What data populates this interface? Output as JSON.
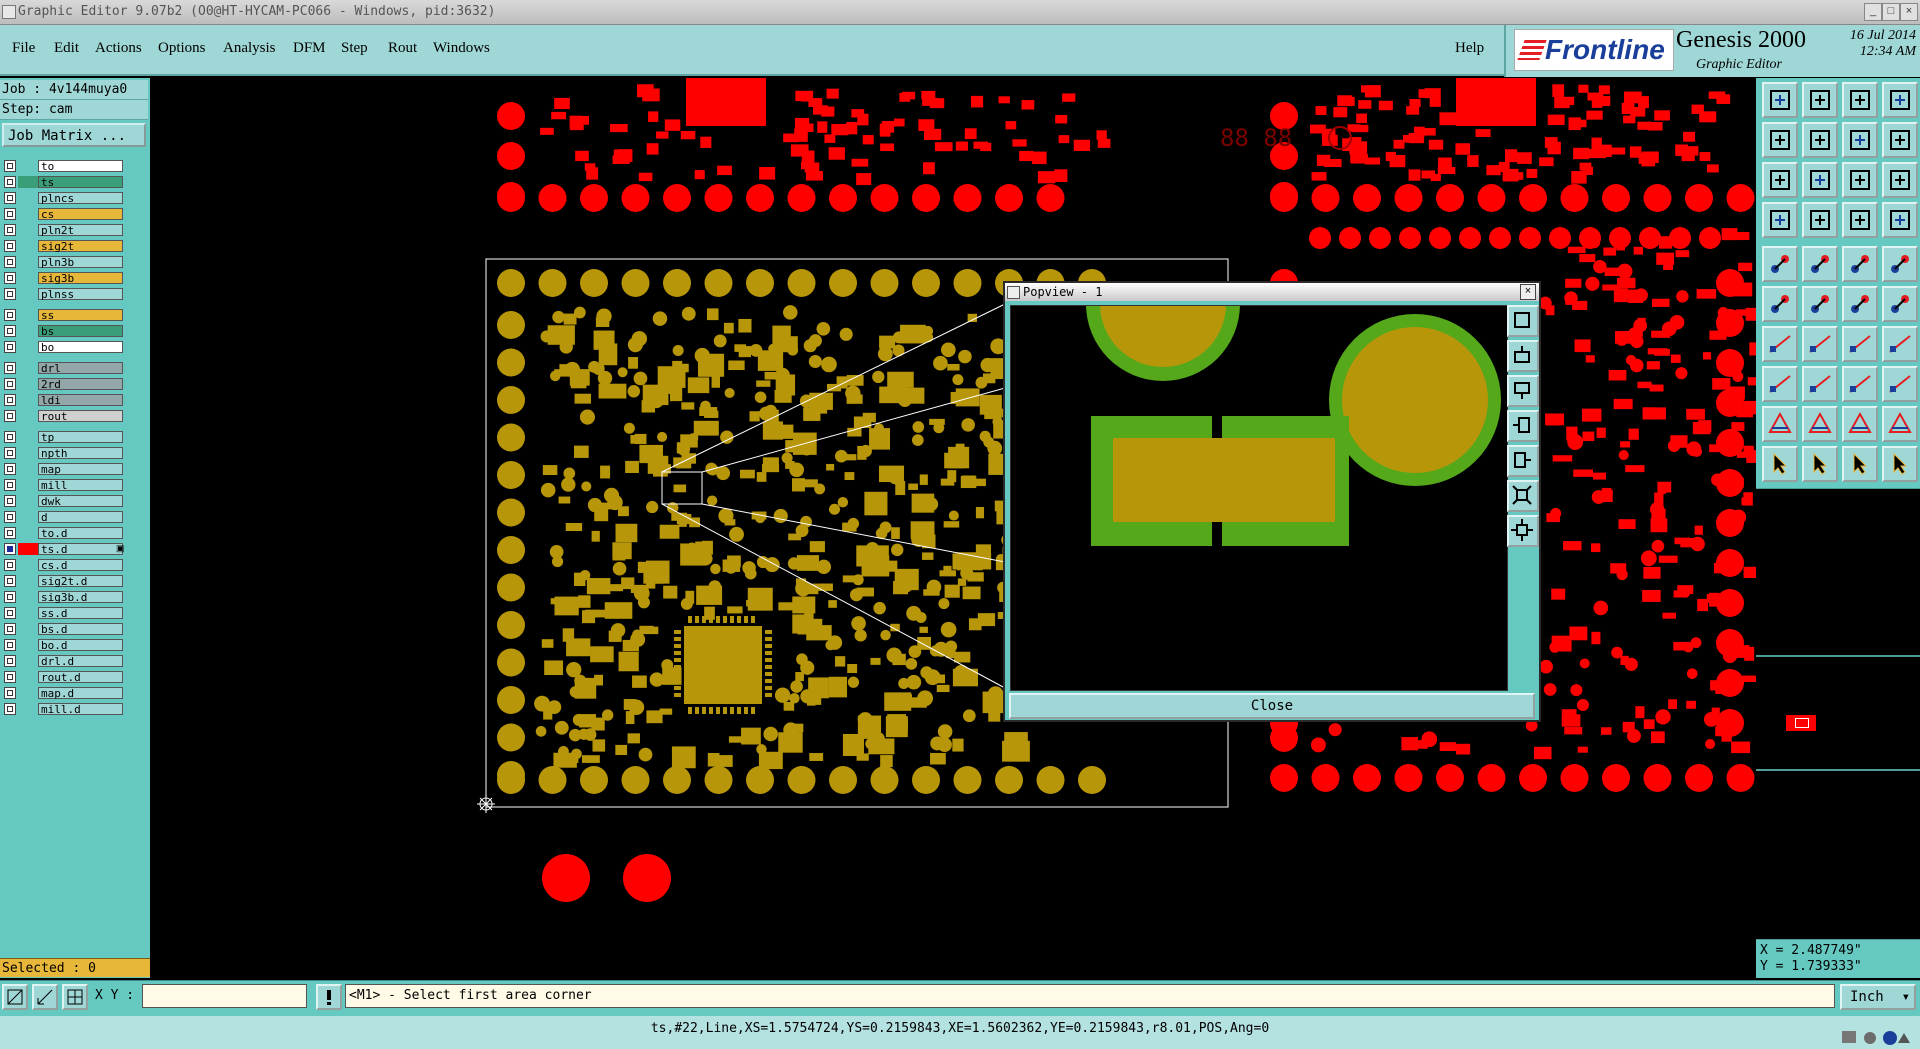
{
  "window": {
    "title": "Graphic Editor 9.07b2 (O0@HT-HYCAM-PC066 - Windows, pid:3632)"
  },
  "menu": {
    "items": [
      "File",
      "Edit",
      "Actions",
      "Options",
      "Analysis",
      "DFM",
      "Step",
      "Rout",
      "Windows"
    ],
    "help": "Help"
  },
  "brand": {
    "logo": "Frontline",
    "product": "Genesis 2000",
    "subtitle": "Graphic Editor",
    "date": "16 Jul 2014",
    "time": "12:34 AM"
  },
  "job": {
    "job_line": "Job : 4v144muya0",
    "step_line": "Step: cam",
    "matrix_button": "Job Matrix ..."
  },
  "layers": [
    {
      "name": "to",
      "color": "#ffffff",
      "swatch": "#66c9c1",
      "on": false
    },
    {
      "name": "ts",
      "color": "#3a9e78",
      "swatch": "#3a9e78",
      "on": false
    },
    {
      "name": "plncs",
      "color": "#9ed7d6",
      "swatch": "#66c9c1",
      "on": false
    },
    {
      "name": "cs",
      "color": "#e7b739",
      "swatch": "#66c9c1",
      "on": false
    },
    {
      "name": "pln2t",
      "color": "#9ed7d6",
      "swatch": "#66c9c1",
      "on": false
    },
    {
      "name": "sig2t",
      "color": "#e7b739",
      "swatch": "#66c9c1",
      "on": false
    },
    {
      "name": "pln3b",
      "color": "#9ed7d6",
      "swatch": "#66c9c1",
      "on": false
    },
    {
      "name": "sig3b",
      "color": "#e7b739",
      "swatch": "#66c9c1",
      "on": false
    },
    {
      "name": "plnss",
      "color": "#9ed7d6",
      "swatch": "#66c9c1",
      "on": false
    },
    {
      "name": "ss",
      "color": "#e7b739",
      "swatch": "#66c9c1",
      "on": false
    },
    {
      "name": "bs",
      "color": "#3a9e78",
      "swatch": "#66c9c1",
      "on": false
    },
    {
      "name": "bo",
      "color": "#ffffff",
      "swatch": "#66c9c1",
      "on": false
    },
    {
      "name": "drl",
      "color": "#93a6aa",
      "swatch": "#66c9c1",
      "on": false
    },
    {
      "name": "2rd",
      "color": "#93a6aa",
      "swatch": "#66c9c1",
      "on": false
    },
    {
      "name": "ldi",
      "color": "#93a6aa",
      "swatch": "#66c9c1",
      "on": false
    },
    {
      "name": "rout",
      "color": "#d0d0d0",
      "swatch": "#66c9c1",
      "on": false
    },
    {
      "name": "tp",
      "color": "#9ed7d6",
      "swatch": "#66c9c1",
      "on": false
    },
    {
      "name": "npth",
      "color": "#9ed7d6",
      "swatch": "#66c9c1",
      "on": false
    },
    {
      "name": "map",
      "color": "#9ed7d6",
      "swatch": "#66c9c1",
      "on": false
    },
    {
      "name": "mill",
      "color": "#9ed7d6",
      "swatch": "#66c9c1",
      "on": false
    },
    {
      "name": "dwk",
      "color": "#9ed7d6",
      "swatch": "#66c9c1",
      "on": false
    },
    {
      "name": "d",
      "color": "#9ed7d6",
      "swatch": "#66c9c1",
      "on": false
    },
    {
      "name": "to.d",
      "color": "#9ed7d6",
      "swatch": "#66c9c1",
      "on": false
    },
    {
      "name": "ts.d",
      "color": "#9ed7d6",
      "swatch": "#ff0000",
      "on": true,
      "mark": "▣"
    },
    {
      "name": "cs.d",
      "color": "#9ed7d6",
      "swatch": "#66c9c1",
      "on": false
    },
    {
      "name": "sig2t.d",
      "color": "#9ed7d6",
      "swatch": "#66c9c1",
      "on": false
    },
    {
      "name": "sig3b.d",
      "color": "#9ed7d6",
      "swatch": "#66c9c1",
      "on": false
    },
    {
      "name": "ss.d",
      "color": "#9ed7d6",
      "swatch": "#66c9c1",
      "on": false
    },
    {
      "name": "bs.d",
      "color": "#9ed7d6",
      "swatch": "#66c9c1",
      "on": false
    },
    {
      "name": "bo.d",
      "color": "#9ed7d6",
      "swatch": "#66c9c1",
      "on": false
    },
    {
      "name": "drl.d",
      "color": "#9ed7d6",
      "swatch": "#66c9c1",
      "on": false
    },
    {
      "name": "rout.d",
      "color": "#9ed7d6",
      "swatch": "#66c9c1",
      "on": false
    },
    {
      "name": "map.d",
      "color": "#9ed7d6",
      "swatch": "#66c9c1",
      "on": false
    },
    {
      "name": "mill.d",
      "color": "#9ed7d6",
      "swatch": "#66c9c1",
      "on": false
    }
  ],
  "selected": "Selected : 0",
  "coords": {
    "x": "X = 2.487749\"",
    "y": "Y = 1.739333\""
  },
  "bottom": {
    "xy_label": "X Y :",
    "xy_value": "",
    "prompt": "<M1> - Select first area corner",
    "unit": "Inch"
  },
  "status": "ts,#22,Line,XS=1.5754724,YS=0.2159843,XE=1.5602362,YE=0.2159843,r8.01,POS,Ang=0",
  "popview": {
    "title": "Popview - 1",
    "close_label": "Close"
  },
  "canvas": {
    "segment_digits": "88 88"
  },
  "colors": {
    "pad_gold": "#b8960a",
    "pad_red": "#ff0000",
    "mask_green": "#56a81b",
    "panel": "#66c9c1",
    "menu_bg": "#9ed7d6"
  },
  "tool_icons": [
    "open-icon",
    "save-icon",
    "home-icon",
    "window-icon",
    "fit-icon",
    "next-icon",
    "zoom-icon",
    "stack-icon",
    "zoom-fit-icon",
    "pan-icon",
    "scale-icon",
    "help-icon",
    "measure-icon",
    "grid-icon",
    "snap-icon",
    "layers-icon",
    "pad-icon",
    "line-icon",
    "dotline-icon",
    "circle-icon",
    "connect-icon",
    "cross-icon",
    "arc-icon",
    "polygon-icon",
    "edit-icon",
    "slash-icon",
    "curve-icon",
    "text-icon",
    "route-icon",
    "dash-icon",
    "move-icon",
    "copy-icon",
    "triangle-icon",
    "tri2-icon",
    "tri3-icon",
    "tri4-icon",
    "select-icon",
    "pointer-icon",
    "rotate-icon",
    "magnify-icon"
  ]
}
